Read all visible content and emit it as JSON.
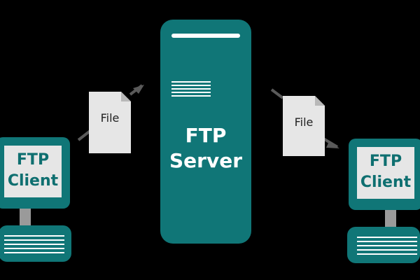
{
  "server": {
    "line1": "FTP",
    "line2": "Server",
    "icon": "server-icon"
  },
  "client_left": {
    "line1": "FTP",
    "line2": "Client",
    "icon": "computer-icon"
  },
  "client_right": {
    "line1": "FTP",
    "line2": "Client",
    "icon": "computer-icon"
  },
  "file_left": {
    "label": "File",
    "icon": "document-icon"
  },
  "file_right": {
    "label": "File",
    "icon": "document-icon"
  },
  "colors": {
    "teal": "#107677",
    "background": "#000000",
    "paper": "#e6e6e6",
    "stand": "#9a9a9a",
    "connector": "#5a5a5a"
  }
}
